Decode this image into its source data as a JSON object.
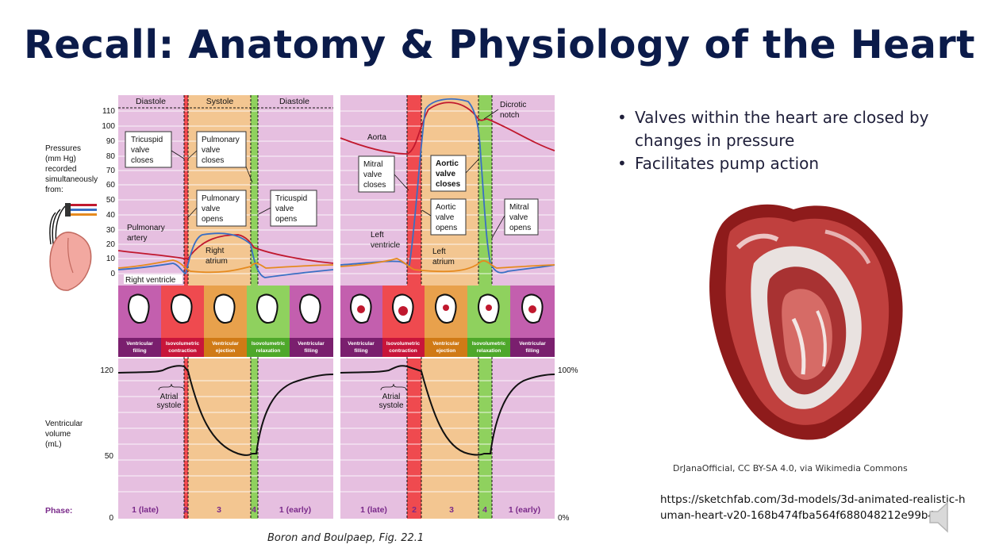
{
  "slide": {
    "title": "Recall: Anatomy & Physiology of the Heart",
    "bullets": [
      "Valves within the heart are closed by changes in pressure",
      "Facilitates pump action"
    ],
    "image_credit": "DrJanaOfficial, CC BY-SA 4.0, via Wikimedia Commons",
    "link": "https://sketchfab.com/3d-models/3d-animated-realistic-human-heart-v20-168b474fba564f688048212e99b4ad",
    "figure_caption": "Boron and Boulpaep, Fig. 22.1",
    "speaker_icon": "speaker-icon"
  },
  "figure": {
    "left_header": [
      "Diastole",
      "Systole",
      "Diastole"
    ],
    "pressure_ticks": [
      "110",
      "100",
      "90",
      "80",
      "70",
      "60",
      "50",
      "40",
      "30",
      "20",
      "10",
      "0"
    ],
    "volume_ticks": [
      "120",
      "50",
      "0"
    ],
    "right_axis": [
      "100%",
      "0%"
    ],
    "pressures_label": [
      "Pressures",
      "(mm Hg)",
      "recorded",
      "simultaneously",
      "from:"
    ],
    "volume_label": [
      "Ventricular",
      "volume",
      "(mL)"
    ],
    "phase_label": "Phase:",
    "phases": [
      "1 (late)",
      "2",
      "3",
      "4",
      "1 (early)"
    ],
    "phase_names": [
      [
        "Ventricular",
        "filling"
      ],
      [
        "Isovolumetric",
        "contraction"
      ],
      [
        "Ventricular",
        "ejection"
      ],
      [
        "Isovolumetric",
        "relaxation"
      ],
      [
        "Ventricular",
        "filling"
      ]
    ],
    "left_callouts": {
      "tricuspid_closes": [
        "Tricuspid",
        "valve",
        "closes"
      ],
      "pulmonary_closes": [
        "Pulmonary",
        "valve",
        "closes"
      ],
      "pulmonary_opens": [
        "Pulmonary",
        "valve",
        "opens"
      ],
      "tricuspid_opens": [
        "Tricuspid",
        "valve",
        "opens"
      ]
    },
    "left_labels": {
      "pulmonary_artery": [
        "Pulmonary",
        "artery"
      ],
      "right_atrium": [
        "Right",
        "atrium"
      ],
      "right_ventricle": "Right ventricle",
      "atrial_systole": [
        "Atrial",
        "systole"
      ]
    },
    "right_callouts": {
      "mitral_closes": [
        "Mitral",
        "valve",
        "closes"
      ],
      "aortic_closes": [
        "Aortic",
        "valve",
        "closes"
      ],
      "aortic_opens": [
        "Aortic",
        "valve",
        "opens"
      ],
      "mitral_opens": [
        "Mitral",
        "valve",
        "opens"
      ]
    },
    "right_labels": {
      "aorta": "Aorta",
      "dicrotic_notch": [
        "Dicrotic",
        "notch"
      ],
      "left_ventricle": [
        "Left",
        "ventricle"
      ],
      "left_atrium": [
        "Left",
        "atrium"
      ],
      "atrial_systole": [
        "Atrial",
        "systole"
      ]
    }
  },
  "colors": {
    "title": "#0b1b4a",
    "diastole_bg": "#e6bfe0",
    "isovolumetric_contraction": "#ef4a4f",
    "ejection": "#f3c691",
    "isovolumetric_relaxation": "#8fd15e",
    "phase_label": "#7a2a8a",
    "ventricle_trace": "#3a6fc4",
    "artery_trace": "#c0182e",
    "atrium_trace": "#e58a1f"
  }
}
